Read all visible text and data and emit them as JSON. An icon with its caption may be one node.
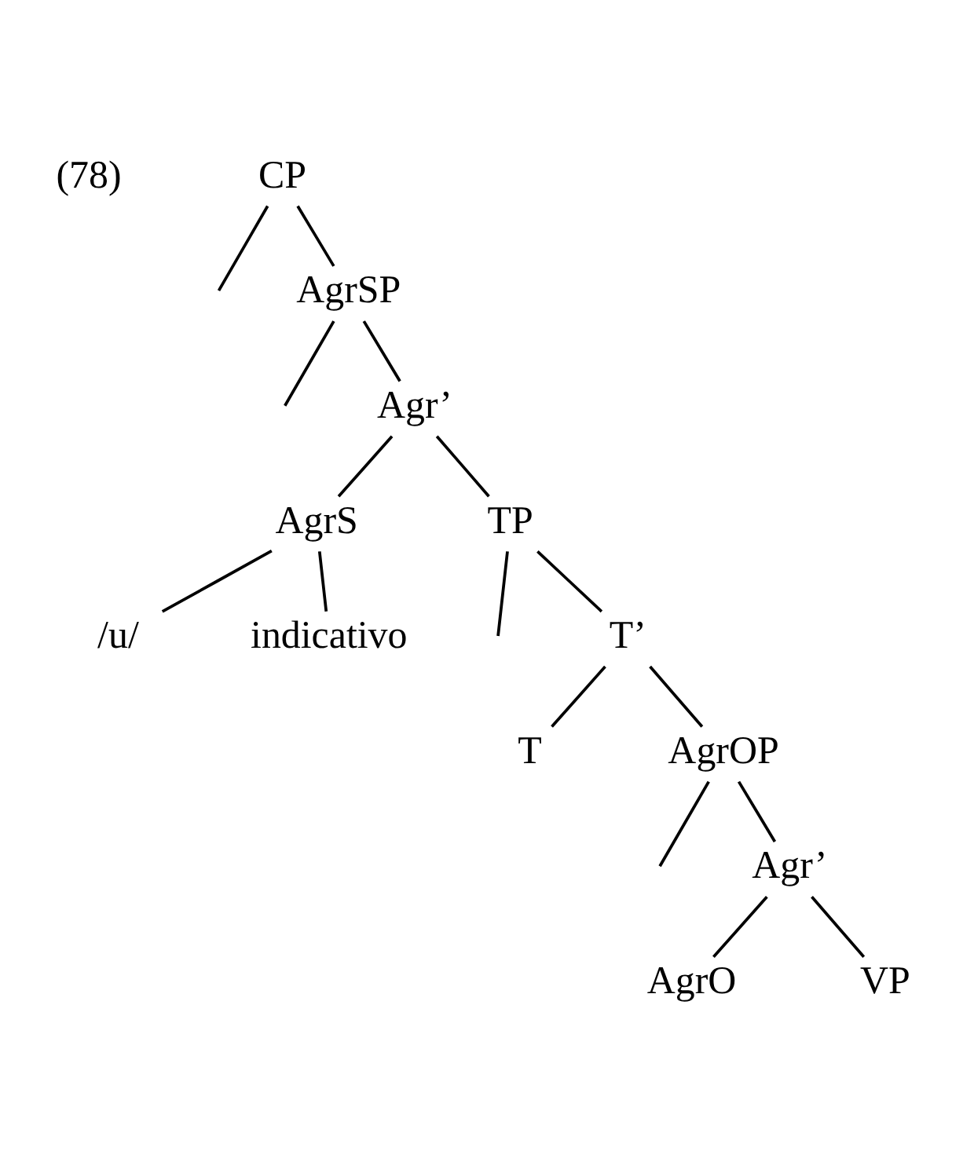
{
  "diagram": {
    "nodes": [
      {
        "text": [
          "CP"
        ]
      },
      {
        "text": [
          "AgrSP"
        ]
      },
      {
        "text": [
          "Agr’"
        ]
      },
      {
        "text": [
          "AgrS"
        ]
      },
      {
        "text": [
          "TP"
        ]
      },
      {
        "text": [
          "/u/"
        ]
      },
      {
        "text": [
          "indicativo"
        ]
      },
      {
        "text": [
          "T’"
        ]
      },
      {
        "text": [
          "T"
        ]
      },
      {
        "text": [
          "AgrOP"
        ]
      },
      {
        "text": [
          "Agr’"
        ]
      },
      {
        "text": [
          "AgrO"
        ]
      },
      {
        "text": [
          "VP"
        ]
      }
    ],
    "edges": [
      {
        "from": 0,
        "to": null,
        "arrow": "none"
      },
      {
        "from": 0,
        "to": 1,
        "arrow": "none"
      },
      {
        "from": 1,
        "to": null,
        "arrow": "none"
      },
      {
        "from": 1,
        "to": 2,
        "arrow": "none"
      },
      {
        "from": 2,
        "to": 3,
        "arrow": "none"
      },
      {
        "from": 2,
        "to": 4,
        "arrow": "none"
      },
      {
        "from": 3,
        "to": 5,
        "arrow": "none"
      },
      {
        "from": 3,
        "to": 6,
        "arrow": "none"
      },
      {
        "from": 4,
        "to": null,
        "arrow": "none"
      },
      {
        "from": 4,
        "to": 7,
        "arrow": "none"
      },
      {
        "from": 7,
        "to": 8,
        "arrow": "none"
      },
      {
        "from": 7,
        "to": 9,
        "arrow": "none"
      },
      {
        "from": 9,
        "to": null,
        "arrow": "none"
      },
      {
        "from": 9,
        "to": 10,
        "arrow": "none"
      },
      {
        "from": 10,
        "to": 11,
        "arrow": "none"
      },
      {
        "from": 10,
        "to": 12,
        "arrow": "none"
      }
    ],
    "labels": [
      "(78)"
    ]
  }
}
